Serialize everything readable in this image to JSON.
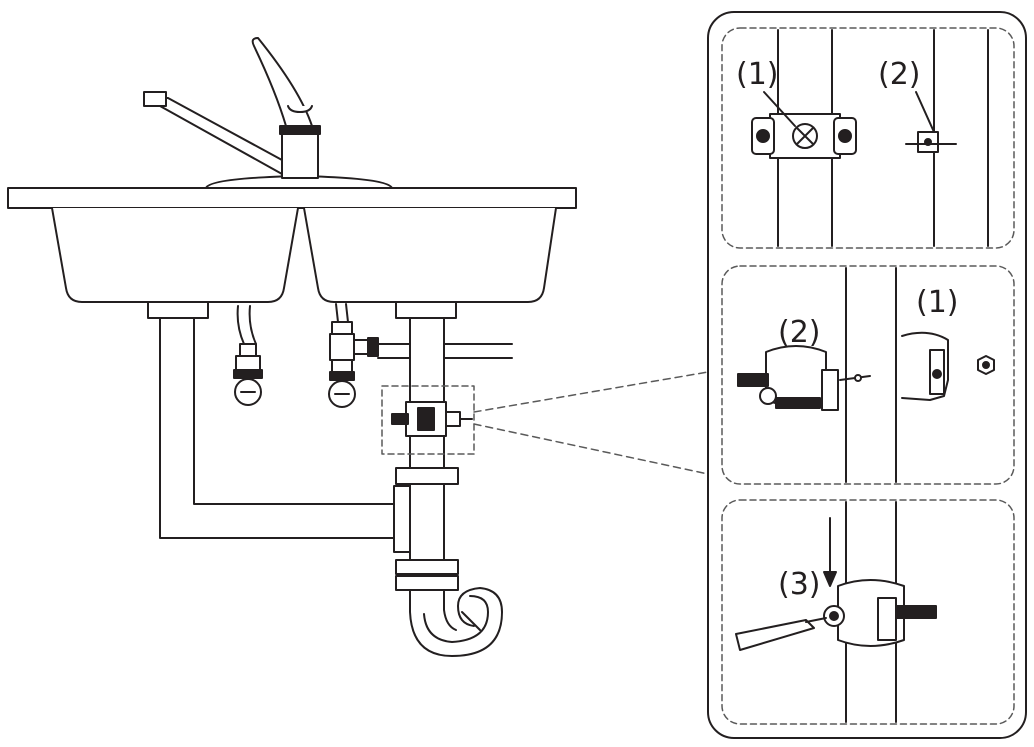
{
  "diagram": {
    "panels": [
      {
        "id": "top",
        "labels": [
          "(1)",
          "(2)"
        ]
      },
      {
        "id": "middle",
        "labels": [
          "(2)",
          "(1)"
        ]
      },
      {
        "id": "bottom",
        "labels": [
          "(3)"
        ]
      }
    ],
    "colors": {
      "line": "#231f20",
      "fill": "#ffffff",
      "dashed": "#5a5a5a"
    }
  }
}
